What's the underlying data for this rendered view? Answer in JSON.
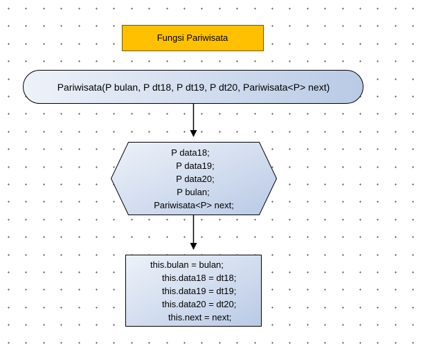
{
  "title": {
    "label": "Fungsi Pariwisata",
    "fill": "#ffc000"
  },
  "constructor": {
    "label": "Pariwisata(P bulan, P dt18, P dt19, P dt20, Pariwisata<P> next)"
  },
  "declarations": {
    "lines": [
      "P data18;",
      "P data19;",
      "P data20;",
      "P bulan;",
      "Pariwisata<P> next;"
    ]
  },
  "assignments": {
    "lines": [
      "this.bulan = bulan;",
      "this.data18 = dt18;",
      "this.data19 = dt19;",
      "this.data20 = dt20;",
      "this.next = next;"
    ]
  },
  "colors": {
    "shape_light": "#e8eef7",
    "shape_dark": "#b4c7e7",
    "stroke": "#000000",
    "grid_dot": "#7f7f7f"
  }
}
